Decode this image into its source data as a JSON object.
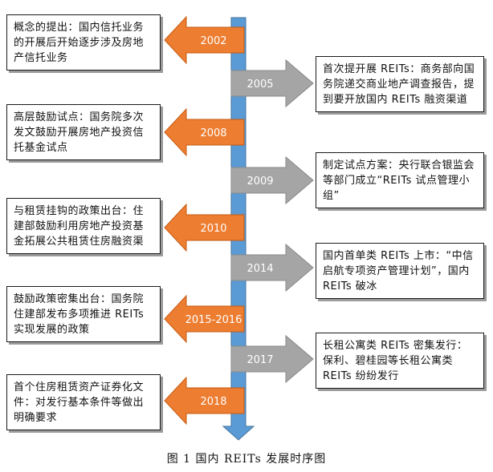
{
  "caption": "图 1  国内 REITs 发展时序图",
  "colors": {
    "axis_fill": "#5b9bd5",
    "axis_stroke": "#41719c",
    "orange_arrow": "#ed7d31",
    "orange_stroke": "#c55a11",
    "gray_arrow": "#a5a5a5",
    "gray_stroke": "#8a8a8a"
  },
  "events": [
    {
      "year": "2002",
      "side": "left",
      "text": "概念的提出：国内信托业务的开展后开始逐步涉及房地产信托业务"
    },
    {
      "year": "2005",
      "side": "right",
      "text": "首次提开展 REITs：商务部向国务院递交商业地产调查报告，提到要开放国内 REITs 融资渠道"
    },
    {
      "year": "2008",
      "side": "left",
      "text": "高层鼓励试点：国务院多次发文鼓励开展房地产投资信托基金试点"
    },
    {
      "year": "2009",
      "side": "right",
      "text": "制定试点方案：央行联合银监会等部门成立“REITs 试点管理小组”"
    },
    {
      "year": "2010",
      "side": "left",
      "text": "与租赁挂钩的政策出台：住建部鼓励利用房地产投资基金拓展公共租赁住房融资渠"
    },
    {
      "year": "2014",
      "side": "right",
      "text": "国内首单类 REITs 上市：“中信启航专项资产管理计划”，国内 REITs 破冰"
    },
    {
      "year": "2015-2016",
      "side": "left",
      "text": "鼓励政策密集出台：国务院住建部发布多项推进 REITs 实现发展的政策"
    },
    {
      "year": "2017",
      "side": "right",
      "text": "长租公寓类 REITs 密集发行：保利、碧桂园等长租公寓类 REITs 纷纷发行"
    },
    {
      "year": "2018",
      "side": "left",
      "text": "首个住房租赁资产证券化文件：对发行基本条件等做出明确要求"
    }
  ]
}
